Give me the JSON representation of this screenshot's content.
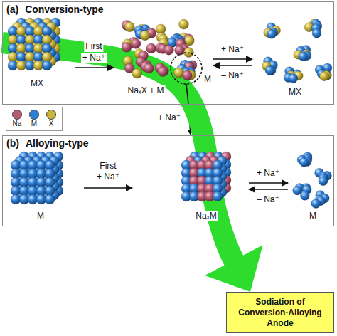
{
  "diagram": {
    "nodes": [
      {
        "text": [
          "(a)",
          "Conversion-type"
        ]
      },
      {
        "text": [
          "(b)",
          "Alloying-type"
        ]
      },
      {
        "text": [
          "Sodiation of Conversion-Alloying Anode"
        ]
      }
    ],
    "edges": [
      {
        "from": 0,
        "to": 1,
        "label": "+ Na⁺",
        "arrow": "to"
      },
      {
        "from": 0,
        "to": 2,
        "arrow": "to"
      }
    ],
    "labels": [
      "MX",
      "First",
      "+ Na⁺",
      "NaₓX + M",
      "M",
      "+ Na⁺",
      "– Na⁺",
      "MX",
      "M",
      "First",
      "+ Na⁺",
      "NaₓM",
      "+ Na⁺",
      "– Na⁺",
      "M"
    ],
    "legend": [
      {
        "text": "Na",
        "color": "#b85a76"
      },
      {
        "text": "M",
        "color": "#2e7fd6"
      },
      {
        "text": "X",
        "color": "#c9b43c"
      }
    ]
  }
}
